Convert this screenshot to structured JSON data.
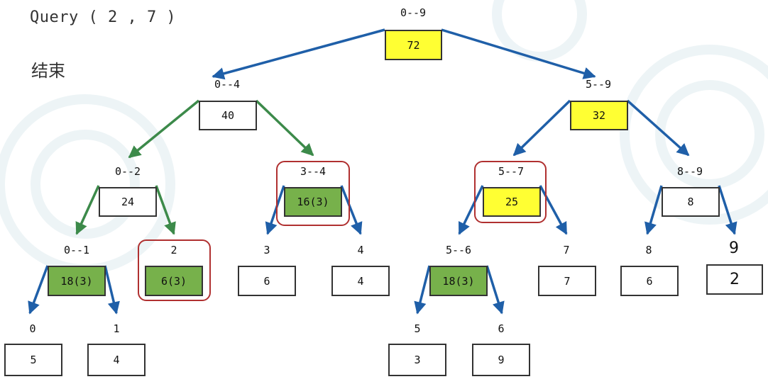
{
  "query_label": "Query ( 2 , 7 )",
  "status_label": "结束",
  "nodes": {
    "n0_9": {
      "range": "0--9",
      "value": "72"
    },
    "n0_4": {
      "range": "0--4",
      "value": "40"
    },
    "n5_9": {
      "range": "5--9",
      "value": "32"
    },
    "n0_2": {
      "range": "0--2",
      "value": "24"
    },
    "n3_4": {
      "range": "3--4",
      "value": "16(3)"
    },
    "n5_7": {
      "range": "5--7",
      "value": "25"
    },
    "n8_9": {
      "range": "8--9",
      "value": "8"
    },
    "n0_1": {
      "range": "0--1",
      "value": "18(3)"
    },
    "n2": {
      "range": "2",
      "value": "6(3)"
    },
    "n3": {
      "range": "3",
      "value": "6"
    },
    "n4": {
      "range": "4",
      "value": "4"
    },
    "n5_6": {
      "range": "5--6",
      "value": "18(3)"
    },
    "n7": {
      "range": "7",
      "value": "7"
    },
    "n8": {
      "range": "8",
      "value": "6"
    },
    "n9": {
      "range": "9",
      "value": "2"
    },
    "n0": {
      "range": "0",
      "value": "5"
    },
    "n1": {
      "range": "1",
      "value": "4"
    },
    "n5": {
      "range": "5",
      "value": "3"
    },
    "n6": {
      "range": "6",
      "value": "9"
    }
  },
  "colors": {
    "yellow_fill": "#ffff33",
    "green_fill": "#77b14b",
    "blue_arrow": "#1f5fa8",
    "green_arrow": "#3c8a4a",
    "highlight_border": "#b03030"
  }
}
